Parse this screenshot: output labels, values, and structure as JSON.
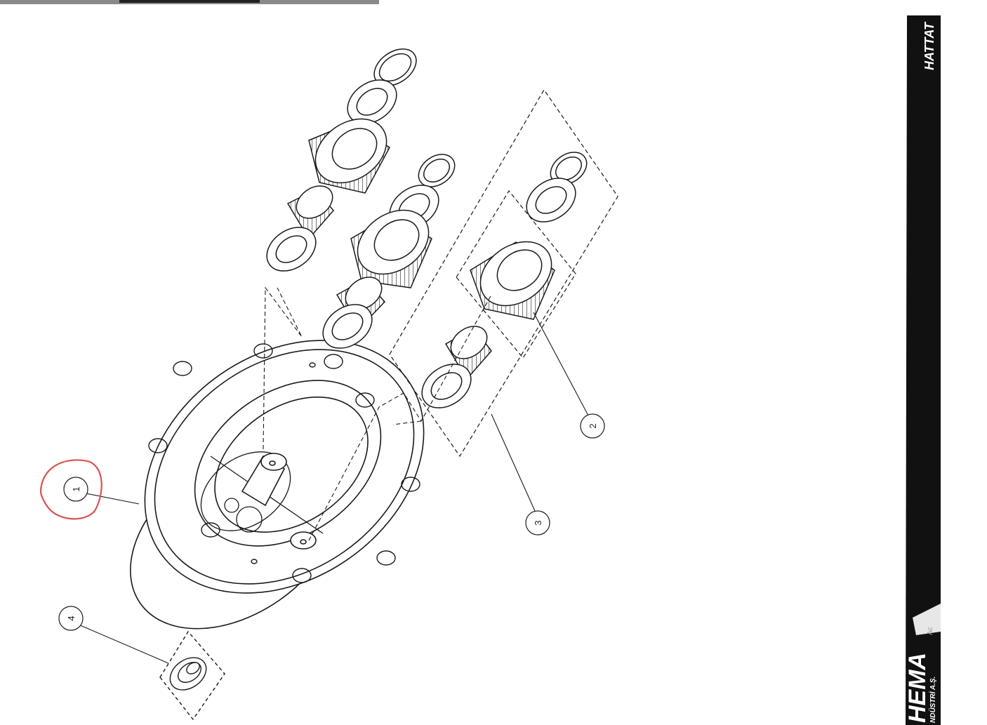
{
  "callouts": [
    {
      "id": "callout-1",
      "label": "1",
      "highlighted": true
    },
    {
      "id": "callout-2",
      "label": "2",
      "highlighted": false
    },
    {
      "id": "callout-3",
      "label": "3",
      "highlighted": false
    },
    {
      "id": "callout-4",
      "label": "4",
      "highlighted": false
    }
  ],
  "brand": {
    "header": "HATTAT",
    "logo": "HEMA",
    "logo_sub": "NDÜSTRİ A.Ş.",
    "faint": "Ac"
  },
  "colors": {
    "line": "#1a1a1a",
    "highlight": "#d9534f",
    "band": "#0d0d0d"
  }
}
